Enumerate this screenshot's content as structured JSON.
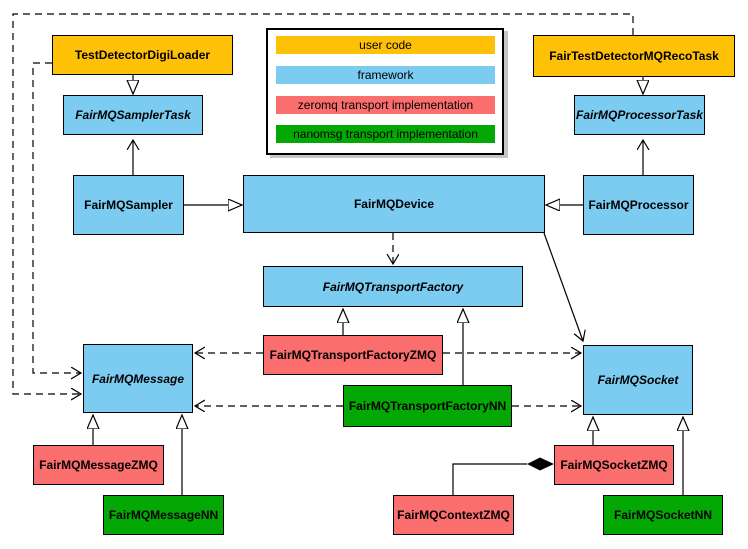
{
  "legend": {
    "items": [
      {
        "label": "user code",
        "color": "#FFC107"
      },
      {
        "label": "framework",
        "color": "#7CCCF2"
      },
      {
        "label": "zeromq transport implementation",
        "color": "#FA6E6E"
      },
      {
        "label": "nanomsg transport implementation",
        "color": "#04A804"
      }
    ]
  },
  "colors": {
    "user_code": "#FFC107",
    "framework": "#7CCCF2",
    "zeromq": "#FA6E6E",
    "nanomsg": "#04A804",
    "line": "#000000",
    "background": "#FFFFFF"
  },
  "nodes": [
    {
      "label": "TestDetectorDigiLoader",
      "category": "user code",
      "abstract": false,
      "color": "#FFC107"
    },
    {
      "label": "FairMQSamplerTask",
      "category": "framework",
      "abstract": true,
      "color": "#7CCCF2"
    },
    {
      "label": "FairTestDetectorMQRecoTask",
      "category": "user code",
      "abstract": false,
      "color": "#FFC107"
    },
    {
      "label": "FairMQProcessorTask",
      "category": "framework",
      "abstract": true,
      "color": "#7CCCF2"
    },
    {
      "label": "FairMQSampler",
      "category": "framework",
      "abstract": false,
      "color": "#7CCCF2"
    },
    {
      "label": "FairMQDevice",
      "category": "framework",
      "abstract": false,
      "color": "#7CCCF2"
    },
    {
      "label": "FairMQProcessor",
      "category": "framework",
      "abstract": false,
      "color": "#7CCCF2"
    },
    {
      "label": "FairMQTransportFactory",
      "category": "framework",
      "abstract": true,
      "color": "#7CCCF2"
    },
    {
      "label": "FairMQTransportFactoryZMQ",
      "category": "zeromq",
      "abstract": false,
      "color": "#FA6E6E"
    },
    {
      "label": "FairMQTransportFactoryNN",
      "category": "nanomsg",
      "abstract": false,
      "color": "#04A804"
    },
    {
      "label": "FairMQMessage",
      "category": "framework",
      "abstract": true,
      "color": "#7CCCF2"
    },
    {
      "label": "FairMQSocket",
      "category": "framework",
      "abstract": true,
      "color": "#7CCCF2"
    },
    {
      "label": "FairMQMessageZMQ",
      "category": "zeromq",
      "abstract": false,
      "color": "#FA6E6E"
    },
    {
      "label": "FairMQMessageNN",
      "category": "nanomsg",
      "abstract": false,
      "color": "#04A804"
    },
    {
      "label": "FairMQContextZMQ",
      "category": "zeromq",
      "abstract": false,
      "color": "#FA6E6E"
    },
    {
      "label": "FairMQSocketZMQ",
      "category": "zeromq",
      "abstract": false,
      "color": "#FA6E6E"
    },
    {
      "label": "FairMQSocketNN",
      "category": "nanomsg",
      "abstract": false,
      "color": "#04A804"
    }
  ],
  "edges": [
    {
      "from": "TestDetectorDigiLoader",
      "to": "FairMQSamplerTask",
      "style": "solid",
      "arrow": "hollow-triangle"
    },
    {
      "from": "FairTestDetectorMQRecoTask",
      "to": "FairMQProcessorTask",
      "style": "solid",
      "arrow": "hollow-triangle"
    },
    {
      "from": "FairMQSampler",
      "to": "FairMQSamplerTask",
      "style": "solid",
      "arrow": "open-vee"
    },
    {
      "from": "FairMQProcessor",
      "to": "FairMQProcessorTask",
      "style": "solid",
      "arrow": "open-vee"
    },
    {
      "from": "FairMQSampler",
      "to": "FairMQDevice",
      "style": "solid",
      "arrow": "hollow-triangle"
    },
    {
      "from": "FairMQProcessor",
      "to": "FairMQDevice",
      "style": "solid",
      "arrow": "hollow-triangle"
    },
    {
      "from": "FairMQDevice",
      "to": "FairMQTransportFactory",
      "style": "dashed",
      "arrow": "open-vee"
    },
    {
      "from": "FairMQDevice",
      "to": "FairMQSocket",
      "style": "solid",
      "arrow": "open-vee"
    },
    {
      "from": "FairMQTransportFactoryZMQ",
      "to": "FairMQTransportFactory",
      "style": "solid",
      "arrow": "hollow-triangle"
    },
    {
      "from": "FairMQTransportFactoryNN",
      "to": "FairMQTransportFactory",
      "style": "solid",
      "arrow": "hollow-triangle"
    },
    {
      "from": "FairMQTransportFactoryZMQ",
      "to": "FairMQMessage",
      "style": "dashed",
      "arrow": "open-vee"
    },
    {
      "from": "FairMQTransportFactoryZMQ",
      "to": "FairMQSocket",
      "style": "dashed",
      "arrow": "open-vee"
    },
    {
      "from": "FairMQTransportFactoryNN",
      "to": "FairMQMessage",
      "style": "dashed",
      "arrow": "open-vee"
    },
    {
      "from": "FairMQTransportFactoryNN",
      "to": "FairMQSocket",
      "style": "dashed",
      "arrow": "open-vee"
    },
    {
      "from": "FairMQMessageZMQ",
      "to": "FairMQMessage",
      "style": "solid",
      "arrow": "hollow-triangle"
    },
    {
      "from": "FairMQMessageNN",
      "to": "FairMQMessage",
      "style": "solid",
      "arrow": "hollow-triangle"
    },
    {
      "from": "FairMQSocketZMQ",
      "to": "FairMQSocket",
      "style": "solid",
      "arrow": "hollow-triangle"
    },
    {
      "from": "FairMQSocketNN",
      "to": "FairMQSocket",
      "style": "solid",
      "arrow": "hollow-triangle"
    },
    {
      "from": "TestDetectorDigiLoader",
      "to": "FairMQMessage",
      "style": "dashed",
      "arrow": "open-vee"
    },
    {
      "from": "FairTestDetectorMQRecoTask",
      "to": "FairMQMessage",
      "style": "dashed",
      "arrow": "open-vee"
    },
    {
      "from": "FairMQContextZMQ",
      "to": "FairMQSocketZMQ",
      "style": "solid",
      "arrow": "filled-diamond"
    }
  ]
}
